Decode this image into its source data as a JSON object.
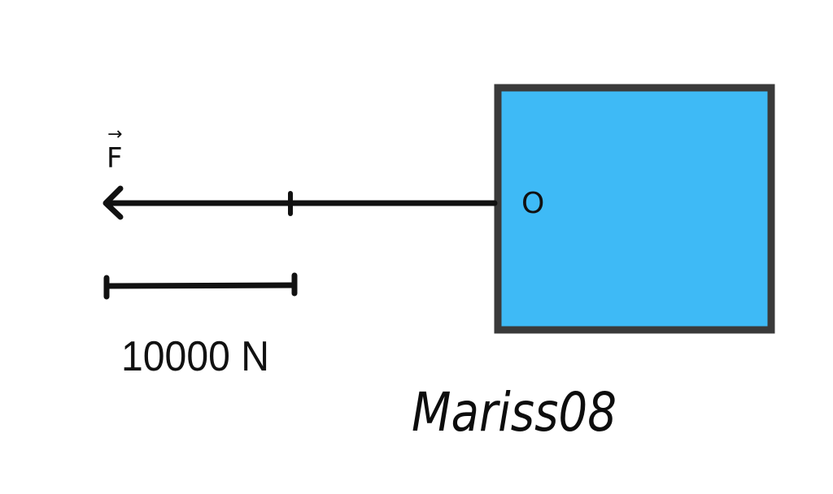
{
  "force_vector": {
    "label": "F",
    "arrow_symbol": "→",
    "color": "#111111"
  },
  "body": {
    "point_label": "O",
    "fill_color": "#3EBAF6",
    "border_color": "#3A3A3A"
  },
  "scale": {
    "label": "10000 N"
  },
  "signature": {
    "text": "Mariss08"
  }
}
